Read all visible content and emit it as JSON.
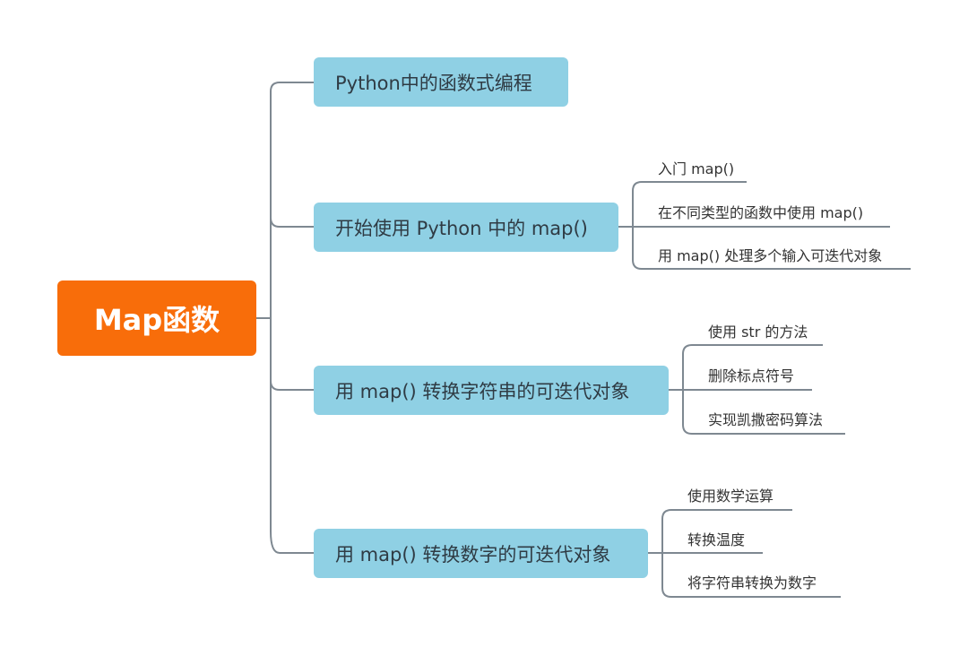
{
  "root": {
    "label": "Map函数"
  },
  "branches": [
    {
      "label": "Python中的函数式编程",
      "children": []
    },
    {
      "label": "开始使用 Python 中的 map()",
      "children": [
        "入门 map()",
        "在不同类型的函数中使用 map()",
        "用 map() 处理多个输入可迭代对象"
      ]
    },
    {
      "label": "用 map() 转换字符串的可迭代对象",
      "children": [
        "使用 str 的方法",
        "删除标点符号",
        "实现凯撒密码算法"
      ]
    },
    {
      "label": "用 map() 转换数字的可迭代对象",
      "children": [
        "使用数学运算",
        "转换温度",
        "将字符串转换为数字"
      ]
    }
  ],
  "colors": {
    "root": "#f86d0a",
    "branch": "#8fd0e4",
    "line": "#7e8891"
  }
}
